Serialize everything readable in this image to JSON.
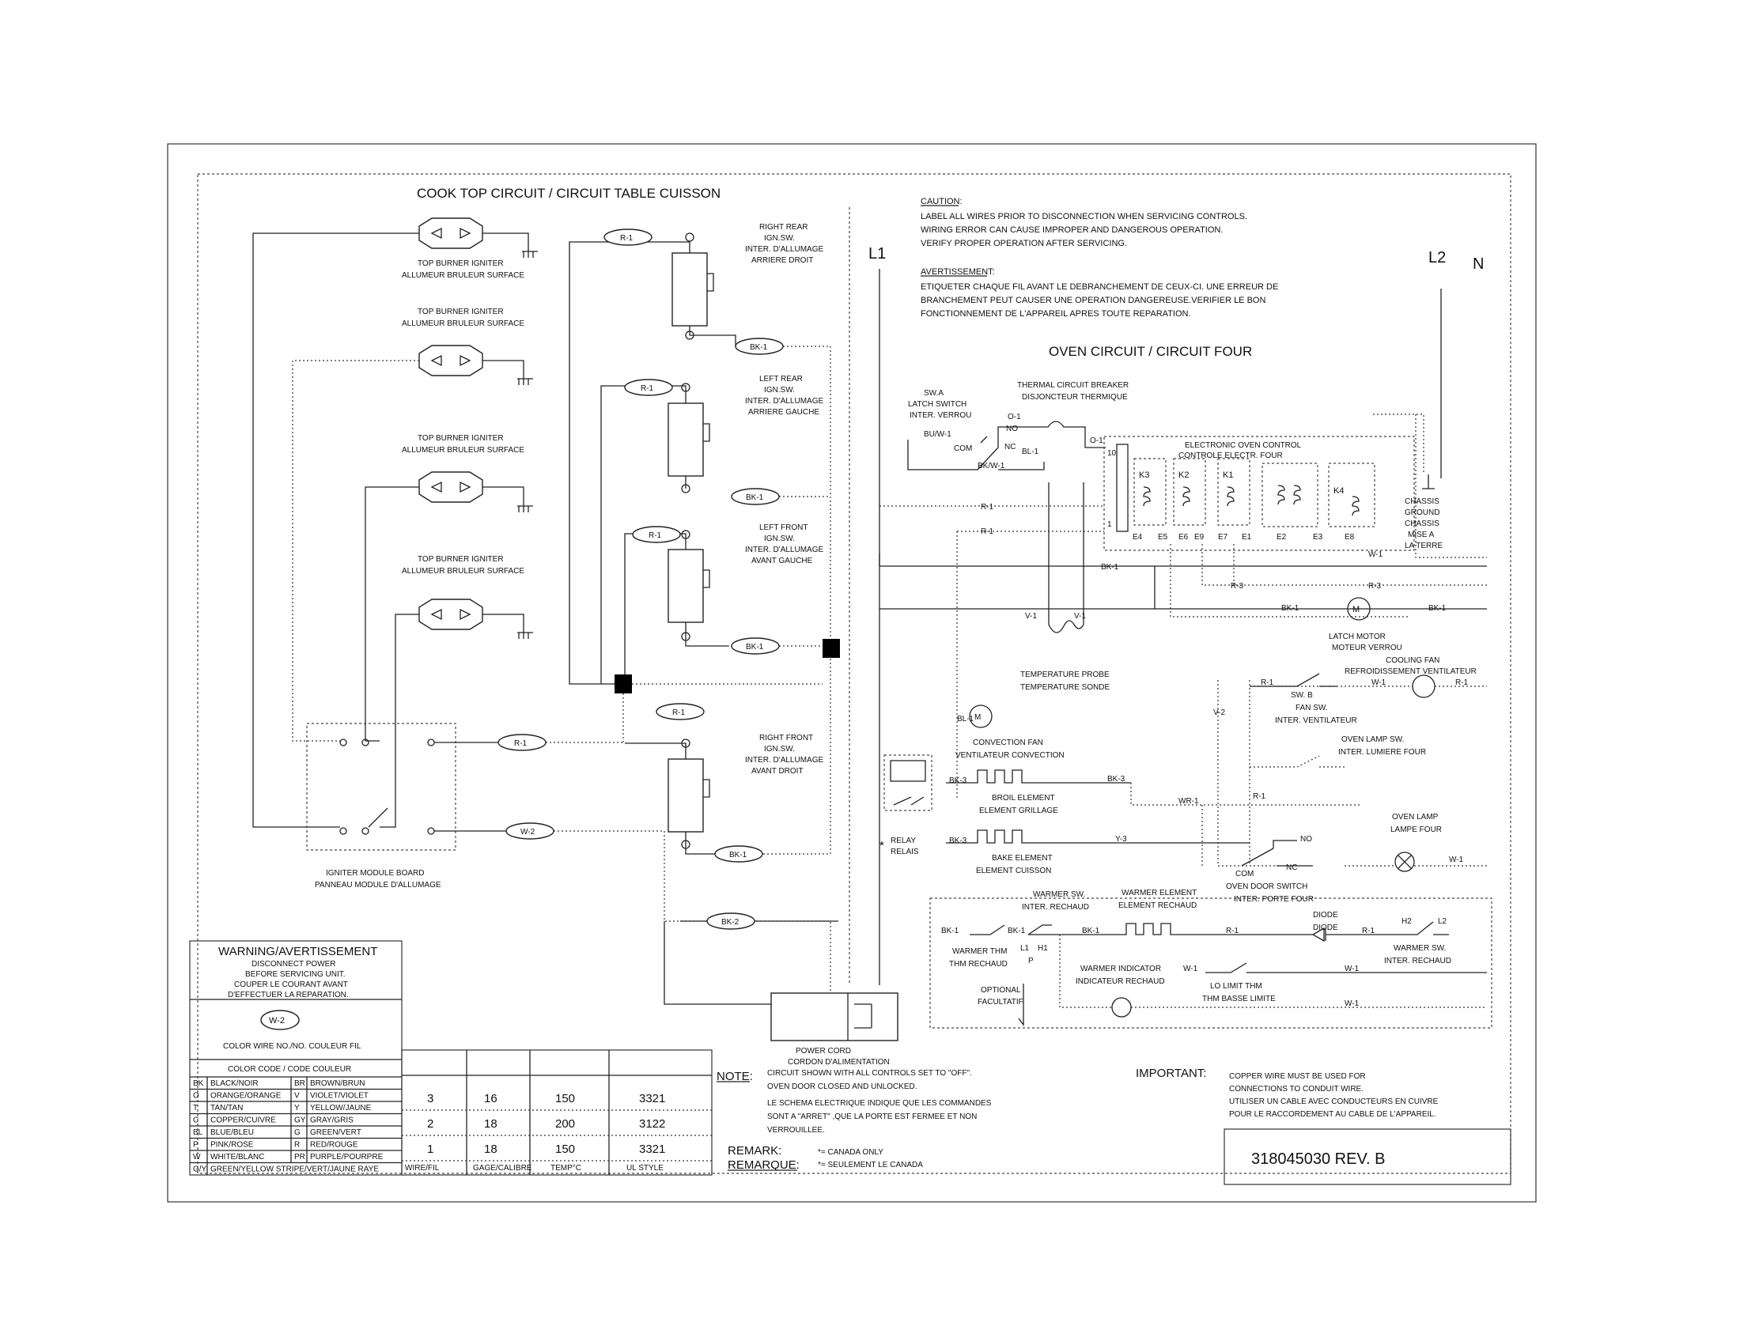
{
  "cooktop": {
    "title": "COOK TOP CIRCUIT / CIRCUIT TABLE CUISSON",
    "igniter_label_1": "TOP BURNER IGNITER",
    "igniter_label_2": "ALLUMEUR BRULEUR SURFACE",
    "rr": [
      "RIGHT REAR",
      "IGN.SW.",
      "INTER. D'ALLUMAGE",
      "ARRIERE DROIT"
    ],
    "lr": [
      "LEFT REAR",
      "IGN.SW.",
      "INTER. D'ALLUMAGE",
      "ARRIERE GAUCHE"
    ],
    "lf": [
      "LEFT FRONT",
      "IGN.SW.",
      "INTER. D'ALLUMAGE",
      "AVANT GAUCHE"
    ],
    "rf": [
      "RIGHT FRONT",
      "IGN.SW.",
      "INTER. D'ALLUMAGE",
      "AVANT DROIT"
    ],
    "module": [
      "IGNITER MODULE BOARD",
      "PANNEAU MODULE D'ALLUMAGE"
    ],
    "wire_r1": "R-1",
    "wire_bk1": "BK-1",
    "wire_w2": "W-2",
    "wire_bk2": "BK-2"
  },
  "caution": {
    "head": "CAUTION:",
    "lines": [
      "LABEL ALL WIRES PRIOR TO DISCONNECTION WHEN SERVICING CONTROLS.",
      "WIRING ERROR CAN CAUSE IMPROPER AND DANGEROUS OPERATION.",
      "VERIFY PROPER OPERATION AFTER SERVICING."
    ],
    "head_fr": "AVERTISSEMENT:",
    "lines_fr": [
      "ETIQUETER CHAQUE FIL AVANT LE DEBRANCHEMENT DE CEUX-CI. UNE ERREUR DE",
      "BRANCHEMENT PEUT CAUSER UNE OPERATION DANGEREUSE.VERIFIER LE BON",
      "FONCTIONNEMENT DE L'APPAREIL APRES TOUTE REPARATION."
    ]
  },
  "lines": {
    "l1": "L1",
    "l2": "L2",
    "n": "N"
  },
  "oven": {
    "title": "OVEN CIRCUIT / CIRCUIT FOUR",
    "latch": [
      "SW.A",
      "LATCH SWITCH",
      "INTER. VERROU"
    ],
    "breaker": [
      "THERMAL CIRCUIT BREAKER",
      "DISJONCTEUR THERMIQUE"
    ],
    "com": "COM",
    "no": "NO",
    "nc": "NC",
    "eoc": [
      "ELECTRONIC OVEN CONTROL",
      "CONTROLE ELECTR. FOUR"
    ],
    "relays": [
      "K3",
      "K2",
      "K1",
      "K4"
    ],
    "pins": [
      "E4",
      "E5",
      "E6",
      "E9",
      "E7",
      "E1",
      "E2",
      "E3",
      "E8"
    ],
    "pin10": "10",
    "pin1": "1",
    "chassis": [
      "CHASSIS",
      "GROUND",
      "CHASSIS",
      "MISE A",
      "LA TERRE"
    ],
    "probe": [
      "TEMPERATURE PROBE",
      "TEMPERATURE SONDE"
    ],
    "latch_motor": [
      "LATCH MOTOR",
      "MOTEUR VERROU"
    ],
    "cooling_fan": [
      "COOLING FAN",
      "REFROIDISSEMENT VENTILATEUR"
    ],
    "fan_sw": [
      "SW. B",
      "FAN SW.",
      "INTER. VENTILATEUR"
    ],
    "lamp_sw": [
      "OVEN LAMP SW.",
      "INTER. LUMIERE FOUR"
    ],
    "conv_fan": [
      "CONVECTION FAN",
      "VENTILATEUR CONVECTION"
    ],
    "broil": [
      "BROIL ELEMENT",
      "ELEMENT GRILLAGE"
    ],
    "bake": [
      "BAKE ELEMENT",
      "ELEMENT CUISSON"
    ],
    "relay": [
      "RELAY",
      "RELAIS"
    ],
    "asterisk": "*",
    "door_sw": [
      "OVEN DOOR SWITCH",
      "INTER. PORTE FOUR"
    ],
    "oven_lamp": [
      "OVEN LAMP",
      "LAMPE FOUR"
    ],
    "warmer_sw": [
      "WARMER SW.",
      "INTER. RECHAUD"
    ],
    "warmer_el": [
      "WARMER ELEMENT",
      "ELEMENT RECHAUD"
    ],
    "diode": [
      "DIODE",
      "DIODE"
    ],
    "warmer_thm": [
      "WARMER THM",
      "THM RECHAUD"
    ],
    "warmer_ind": [
      "WARMER INDICATOR",
      "INDICATEUR RECHAUD"
    ],
    "lo_limit": [
      "LO LIMIT THM",
      "THM BASSE LIMITE"
    ],
    "optional": [
      "OPTIONAL",
      "FACULTATIF"
    ],
    "h1": "H1",
    "h2": "H2",
    "l1s": "L1",
    "l2s": "L2",
    "p": "P",
    "power_cord": [
      "POWER CORD",
      "CORDON D'ALIMENTATION"
    ],
    "wires": {
      "r1": "R-1",
      "bk1": "BK-1",
      "bk3": "BK-3",
      "v1": "V-1",
      "v2": "V-2",
      "y3": "Y-3",
      "w1": "W-1",
      "wr1": "WR-1",
      "bl1": "BL-1",
      "o1": "O-1",
      "bu1": "BU/W-1",
      "bkw": "BK/W-1",
      "r3": "R-3",
      "bkl": "BK-1"
    }
  },
  "warning": {
    "title": "WARNING/AVERTISSEMENT",
    "lines": [
      "DISCONNECT POWER",
      "BEFORE SERVICING UNIT.",
      "COUPER LE COURANT AVANT",
      "D'EFFECTUER LA REPARATION."
    ],
    "badge": "W-2",
    "color_wire": "COLOR WIRE NO./NO. COULEUR FIL",
    "color_code": "COLOR CODE / CODE COULEUR"
  },
  "color_codes": [
    [
      "BK",
      "BLACK/NOIR",
      "BR",
      "BROWN/BRUN"
    ],
    [
      "O",
      "ORANGE/ORANGE",
      "V",
      "VIOLET/VIOLET"
    ],
    [
      "T",
      "TAN/TAN",
      "Y",
      "YELLOW/JAUNE"
    ],
    [
      "C",
      "COPPER/CUIVRE",
      "GY",
      "GRAY/GRIS"
    ],
    [
      "BL",
      "BLUE/BLEU",
      "G",
      "GREEN/VERT"
    ],
    [
      "P",
      "PINK/ROSE",
      "R",
      "RED/ROUGE"
    ],
    [
      "W",
      "WHITE/BLANC",
      "PR",
      "PURPLE/POURPRE"
    ],
    [
      "G/Y",
      "GREEN/YELLOW STRIPE/VERT/JAUNE RAYE",
      "",
      ""
    ]
  ],
  "wire_table": {
    "rows": [
      [
        "3",
        "16",
        "150",
        "3321"
      ],
      [
        "2",
        "18",
        "200",
        "3122"
      ],
      [
        "1",
        "18",
        "150",
        "3321"
      ]
    ],
    "headers": [
      "WIRE/FIL",
      "GAGE/CALIBRE",
      "TEMP°C",
      "UL STYLE"
    ]
  },
  "note": {
    "head": "NOTE:",
    "lines": [
      "CIRCUIT SHOWN WITH ALL CONTROLS SET TO \"OFF\".",
      "OVEN DOOR CLOSED AND UNLOCKED.",
      "LE SCHEMA ELECTRIQUE INDIQUE QUE LES COMMANDES",
      "SONT A \"ARRET\" ,QUE LA PORTE EST FERMEE ET NON",
      "VERROUILLEE."
    ]
  },
  "remark": {
    "head1": "REMARK:",
    "head2": "REMARQUE:",
    "l1": "*= CANADA ONLY",
    "l2": "*= SEULEMENT LE CANADA"
  },
  "important": {
    "head": "IMPORTANT:",
    "lines": [
      "COPPER WIRE MUST BE USED FOR",
      "CONNECTIONS TO CONDUIT WIRE.",
      "UTILISER UN CABLE AVEC CONDUCTEURS EN CUIVRE",
      "POUR LE RACCORDEMENT AU CABLE DE L'APPAREIL."
    ]
  },
  "part_number": "318045030 REV. B"
}
